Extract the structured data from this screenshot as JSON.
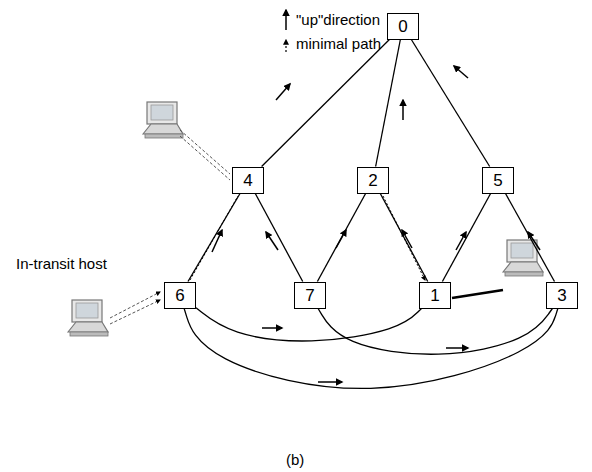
{
  "diagram": {
    "caption": "(b)",
    "nodes": [
      {
        "text": [
          "0"
        ]
      },
      {
        "text": [
          "4"
        ]
      },
      {
        "text": [
          "2"
        ]
      },
      {
        "text": [
          "5"
        ]
      },
      {
        "text": [
          "6"
        ]
      },
      {
        "text": [
          "7"
        ]
      },
      {
        "text": [
          "1"
        ]
      },
      {
        "text": [
          "3"
        ]
      }
    ],
    "edges": [
      {
        "from": 1,
        "to": 0,
        "arrow": "none"
      },
      {
        "from": 2,
        "to": 0,
        "arrow": "none"
      },
      {
        "from": 3,
        "to": 0,
        "arrow": "none"
      },
      {
        "from": 4,
        "to": 1,
        "arrow": "none"
      },
      {
        "from": 5,
        "to": 1,
        "arrow": "none"
      },
      {
        "from": 5,
        "to": 2,
        "arrow": "none"
      },
      {
        "from": 6,
        "to": 2,
        "arrow": "none"
      },
      {
        "from": 6,
        "to": 3,
        "arrow": "none"
      },
      {
        "from": 7,
        "to": 3,
        "arrow": "none"
      },
      {
        "from": 4,
        "to": 6,
        "arrow": "none"
      },
      {
        "from": 5,
        "to": 7,
        "arrow": "none"
      },
      {
        "from": 4,
        "to": 7,
        "arrow": "none"
      }
    ],
    "labels": [
      "\"up\"direction",
      "minimal path",
      "In-transit host"
    ]
  }
}
